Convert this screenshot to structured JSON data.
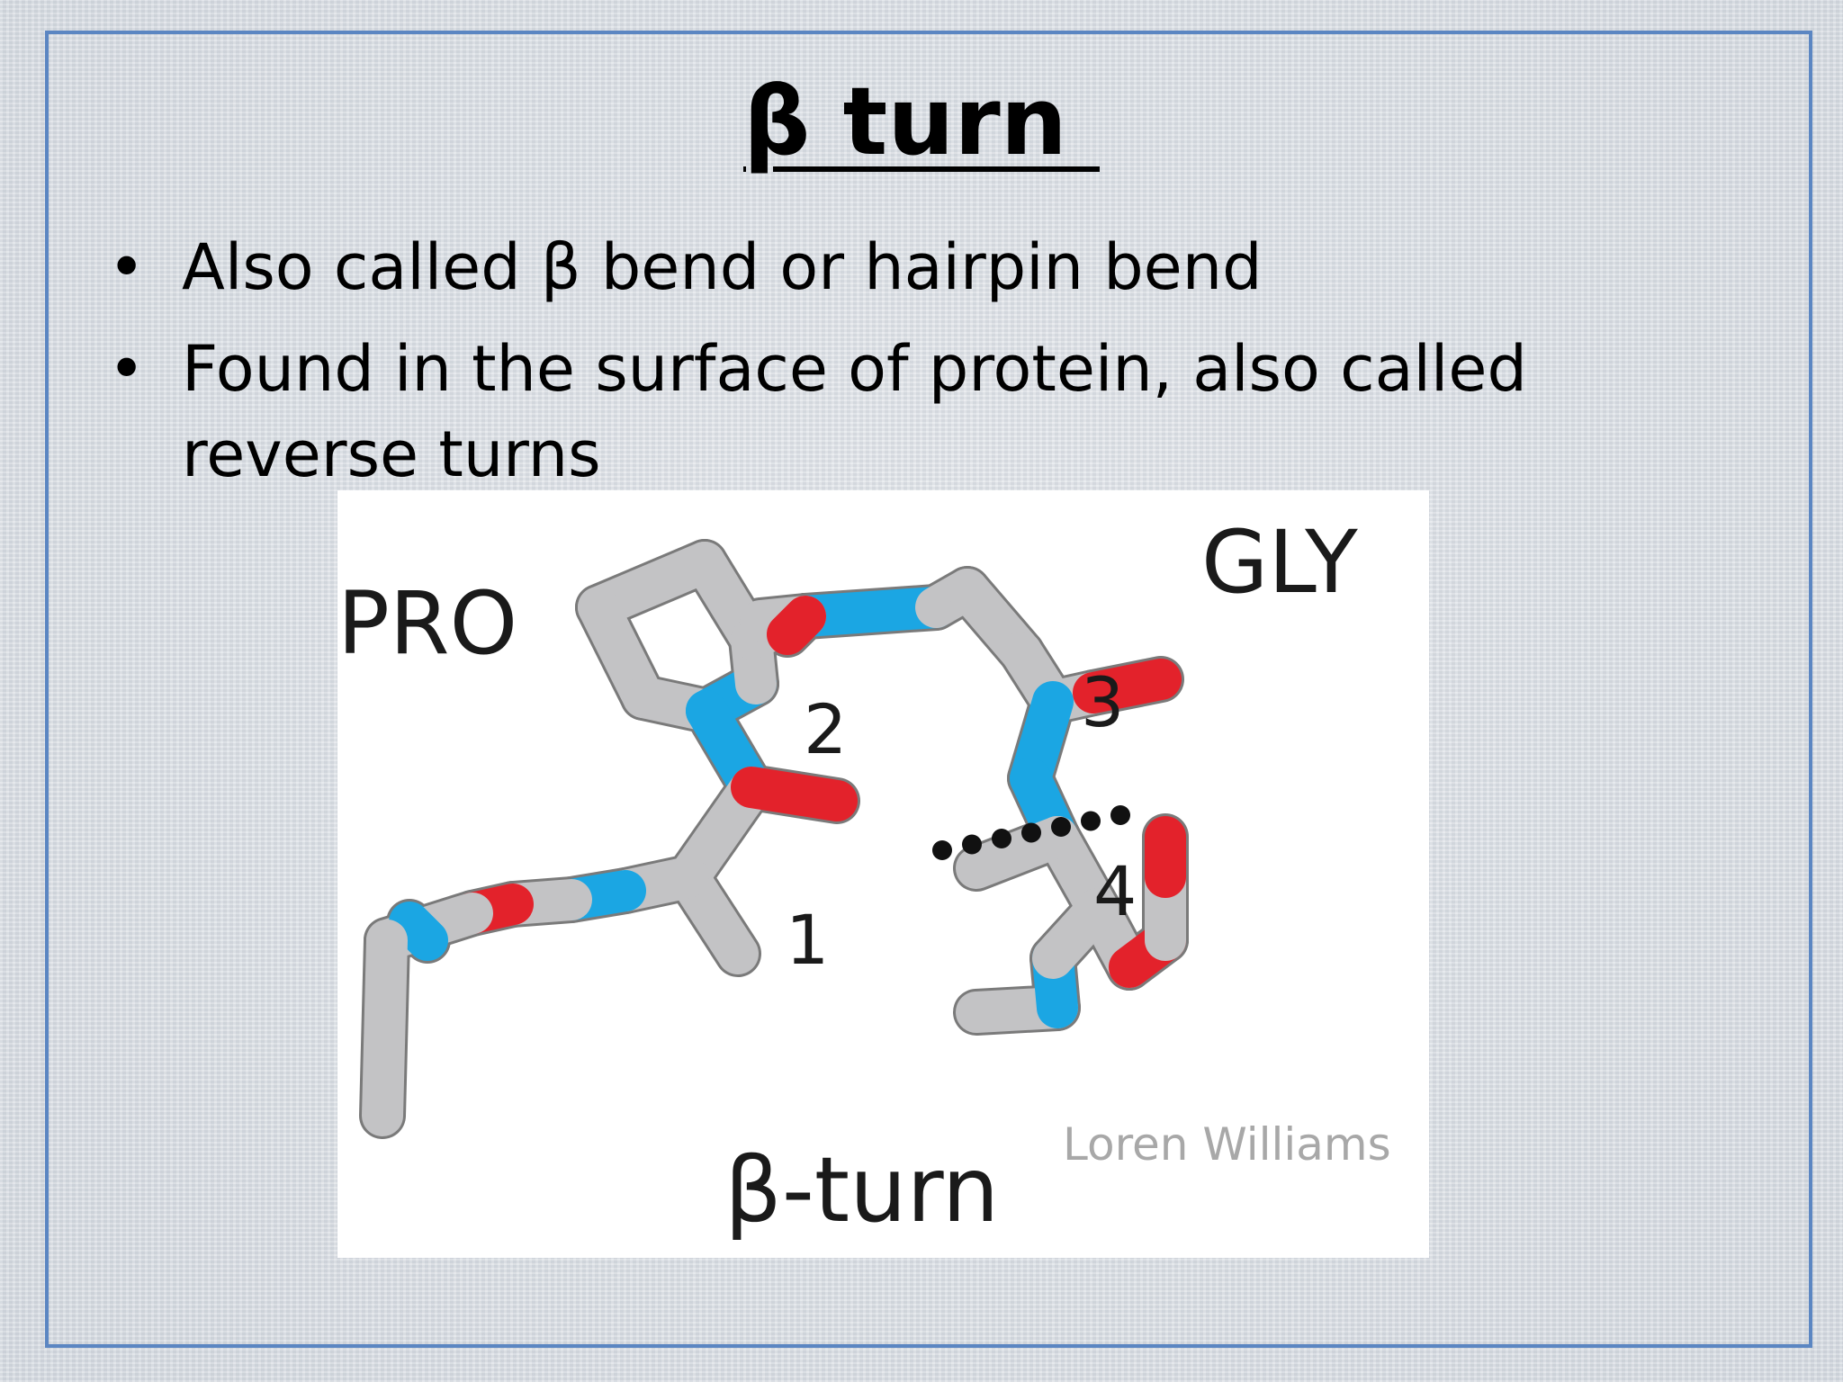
{
  "slide": {
    "title": "β turn ",
    "bullets": [
      "Also called β bend or hairpin bend",
      "Found in the surface of protein, also called reverse turns"
    ],
    "bullet_symbol": "•"
  },
  "figure": {
    "labels": {
      "pro": "PRO",
      "gly": "GLY",
      "residue_1": "1",
      "residue_2": "2",
      "residue_3": "3",
      "residue_4": "4",
      "caption": "β-turn",
      "credit": "Loren Williams"
    },
    "colors": {
      "carbon": "#c3c3c5",
      "nitrogen": "#1ba6e3",
      "oxygen": "#e3222b",
      "outline": "#7a7a7a",
      "border": "#5b86c2"
    }
  }
}
